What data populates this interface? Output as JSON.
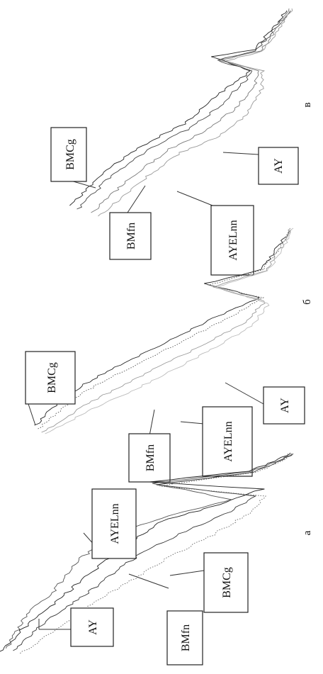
{
  "chart_data": [
    {
      "type": "line",
      "panel_label": "а",
      "series": [
        {
          "name": "AY",
          "style": "solid",
          "color": "#222222"
        },
        {
          "name": "AYELnn",
          "style": "solid",
          "color": "#555555"
        },
        {
          "name": "BMCg",
          "style": "solid",
          "color": "#333333"
        },
        {
          "name": "BMfn",
          "style": "dotted",
          "color": "#666666"
        }
      ],
      "legend_labels": [
        "AY",
        "BMfn",
        "BMCg",
        "AYELnn"
      ]
    },
    {
      "type": "line",
      "panel_label": "б",
      "series": [
        {
          "name": "BMCg",
          "style": "solid",
          "color": "#222222"
        },
        {
          "name": "BMfn",
          "style": "dotted",
          "color": "#555555"
        },
        {
          "name": "AYELnn",
          "style": "solid",
          "color": "#999999"
        },
        {
          "name": "AY",
          "style": "solid",
          "color": "#bbbbbb"
        }
      ],
      "legend_labels": [
        "BMCg",
        "BMfn",
        "AYELnn",
        "AY"
      ]
    },
    {
      "type": "line",
      "panel_label": "в",
      "series": [
        {
          "name": "BMCg",
          "style": "solid",
          "color": "#222222"
        },
        {
          "name": "BMfn",
          "style": "solid",
          "color": "#444444"
        },
        {
          "name": "AYELnn",
          "style": "solid",
          "color": "#777777"
        },
        {
          "name": "AY",
          "style": "solid",
          "color": "#999999"
        }
      ],
      "legend_labels": [
        "BMCg",
        "BMfn",
        "AYELnn",
        "AY"
      ]
    }
  ]
}
